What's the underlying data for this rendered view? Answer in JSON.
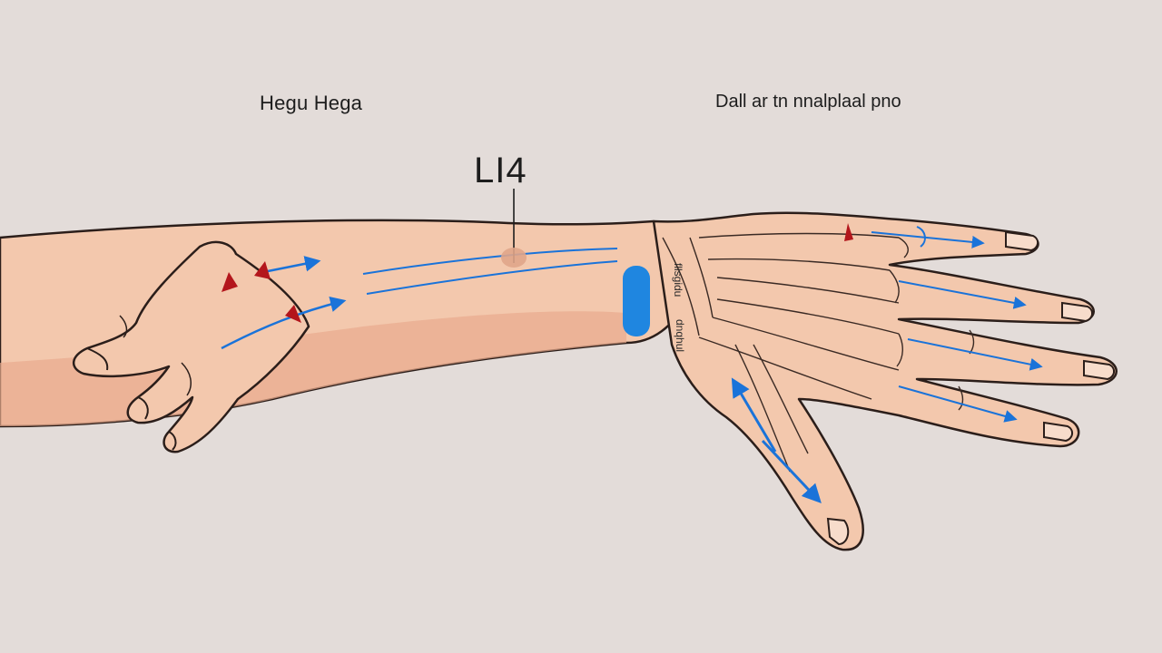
{
  "labels": {
    "left_title": "Hegu Hega",
    "right_title": "Dall ar tn nnalplaal pno",
    "point_label": "LI4",
    "wrist_text_1": "fllsgidu",
    "wrist_text_2": "dnqhul"
  },
  "colors": {
    "background": "#e3dcd9",
    "skin": "#f3c8ad",
    "skin_shadow": "#e8a98d",
    "outline": "#2b1e1a",
    "meridian_blue": "#1a73d9",
    "marker_red": "#b3161c",
    "patch_blue": "#1f86e0"
  }
}
